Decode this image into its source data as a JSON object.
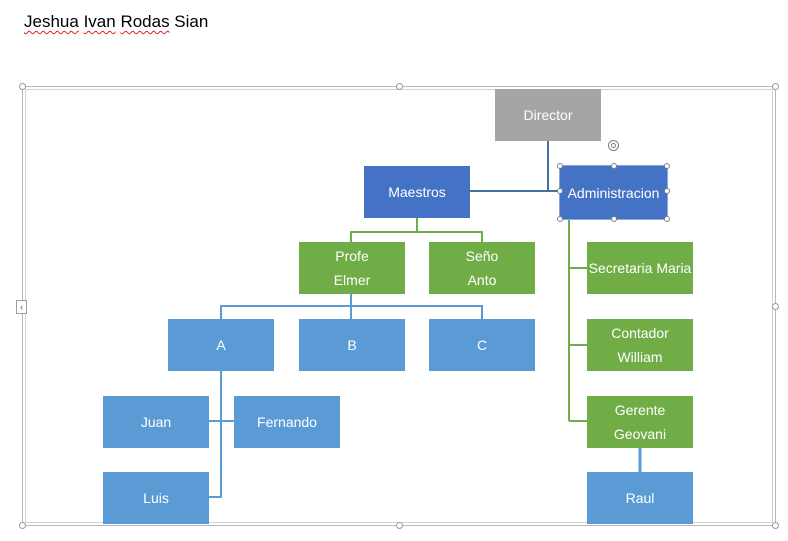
{
  "document": {
    "title_part1": "Jeshua",
    "title_part2": " ",
    "title_part3": "Ivan",
    "title_part4": " ",
    "title_part5": "Rodas",
    "title_part6": " Sian"
  },
  "colors": {
    "gray": "#a5a5a5",
    "dark_blue": "#4472c4",
    "green": "#70ad47",
    "light_blue": "#5b9bd5",
    "connector_blue": "#41719c",
    "connector_green": "#70ad47",
    "connector_lightblue": "#5b9bd5"
  },
  "chart": {
    "director": "Director",
    "maestros": "Maestros",
    "administracion": "Administracion",
    "profe_line1": "Profe",
    "profe_line2": "Elmer",
    "seno_line1": "Seño",
    "seno_line2": "Anto",
    "a": "A",
    "b": "B",
    "c": "C",
    "juan": "Juan",
    "fernando": "Fernando",
    "luis": "Luis",
    "secretaria": "Secretaria Maria",
    "contador_line1": "Contador",
    "contador_line2": "William",
    "gerente_line1": "Gerente",
    "gerente_line2": "Geovani",
    "raul": "Raul"
  },
  "icons": {
    "collapse_tab": "chevron-left-icon",
    "rotate_handle": "rotate-icon"
  }
}
